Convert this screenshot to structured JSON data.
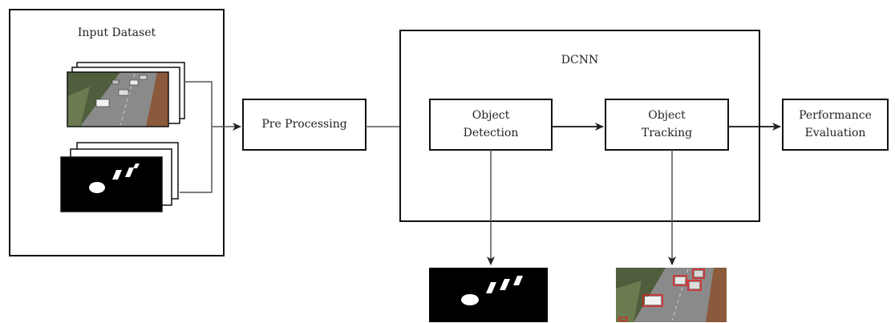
{
  "input_dataset": {
    "title": "Input Dataset",
    "frames": [
      "road-traffic-frame",
      "segmentation-mask-frame"
    ]
  },
  "pre_processing": {
    "label": "Pre Processing"
  },
  "dcnn": {
    "title": "DCNN",
    "object_detection": {
      "label": "Object\nDetection"
    },
    "object_tracking": {
      "label": "Object\nTracking"
    }
  },
  "performance_evaluation": {
    "label": "Performance\nEvaluation"
  },
  "outputs": {
    "detection_output": "segmentation-mask-output",
    "tracking_output": "tracked-vehicles-output"
  },
  "colors": {
    "line": "#111111",
    "connector": "#555555",
    "tracking_box": "#e02020",
    "road": "#6e6e6e",
    "foliage": "#4c5a3a"
  }
}
